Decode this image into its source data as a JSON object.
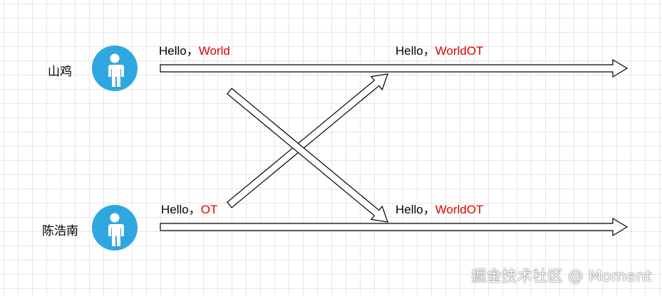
{
  "users": [
    {
      "name": "山鸡"
    },
    {
      "name": "陈浩南"
    }
  ],
  "messages": [
    {
      "prefix": "Hello，",
      "highlight": "World"
    },
    {
      "prefix": "Hello，",
      "highlight": "WorldOT"
    },
    {
      "prefix": "Hello，",
      "highlight": "OT"
    },
    {
      "prefix": "Hello，",
      "highlight": "WorldOT"
    }
  ],
  "colors": {
    "avatar": "#2ea7e0",
    "highlight": "#e00000",
    "arrow_stroke": "#000000",
    "arrow_fill": "#ffffff"
  },
  "icons": {
    "avatar": "person-icon",
    "arrow": "block-arrow"
  },
  "watermark": "掘金技术社区 @ Moment"
}
